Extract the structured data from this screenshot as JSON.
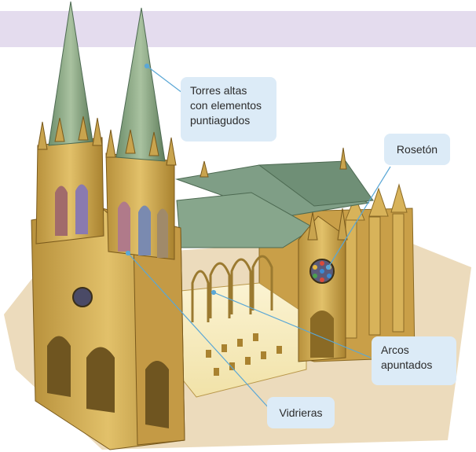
{
  "colors": {
    "header_band": "#e4dcee",
    "callout_bg": "#dcebf7",
    "leader_line": "#5aa7d6",
    "stone": "#d9b55a",
    "roof": "#7f9e86"
  },
  "labels": {
    "towers": [
      "Torres altas",
      "con elementos",
      "puntiagudos"
    ],
    "rose_window": "Rosetón",
    "pointed_arches": [
      "Arcos",
      "apuntados"
    ],
    "stained_glass": "Vidrieras"
  }
}
